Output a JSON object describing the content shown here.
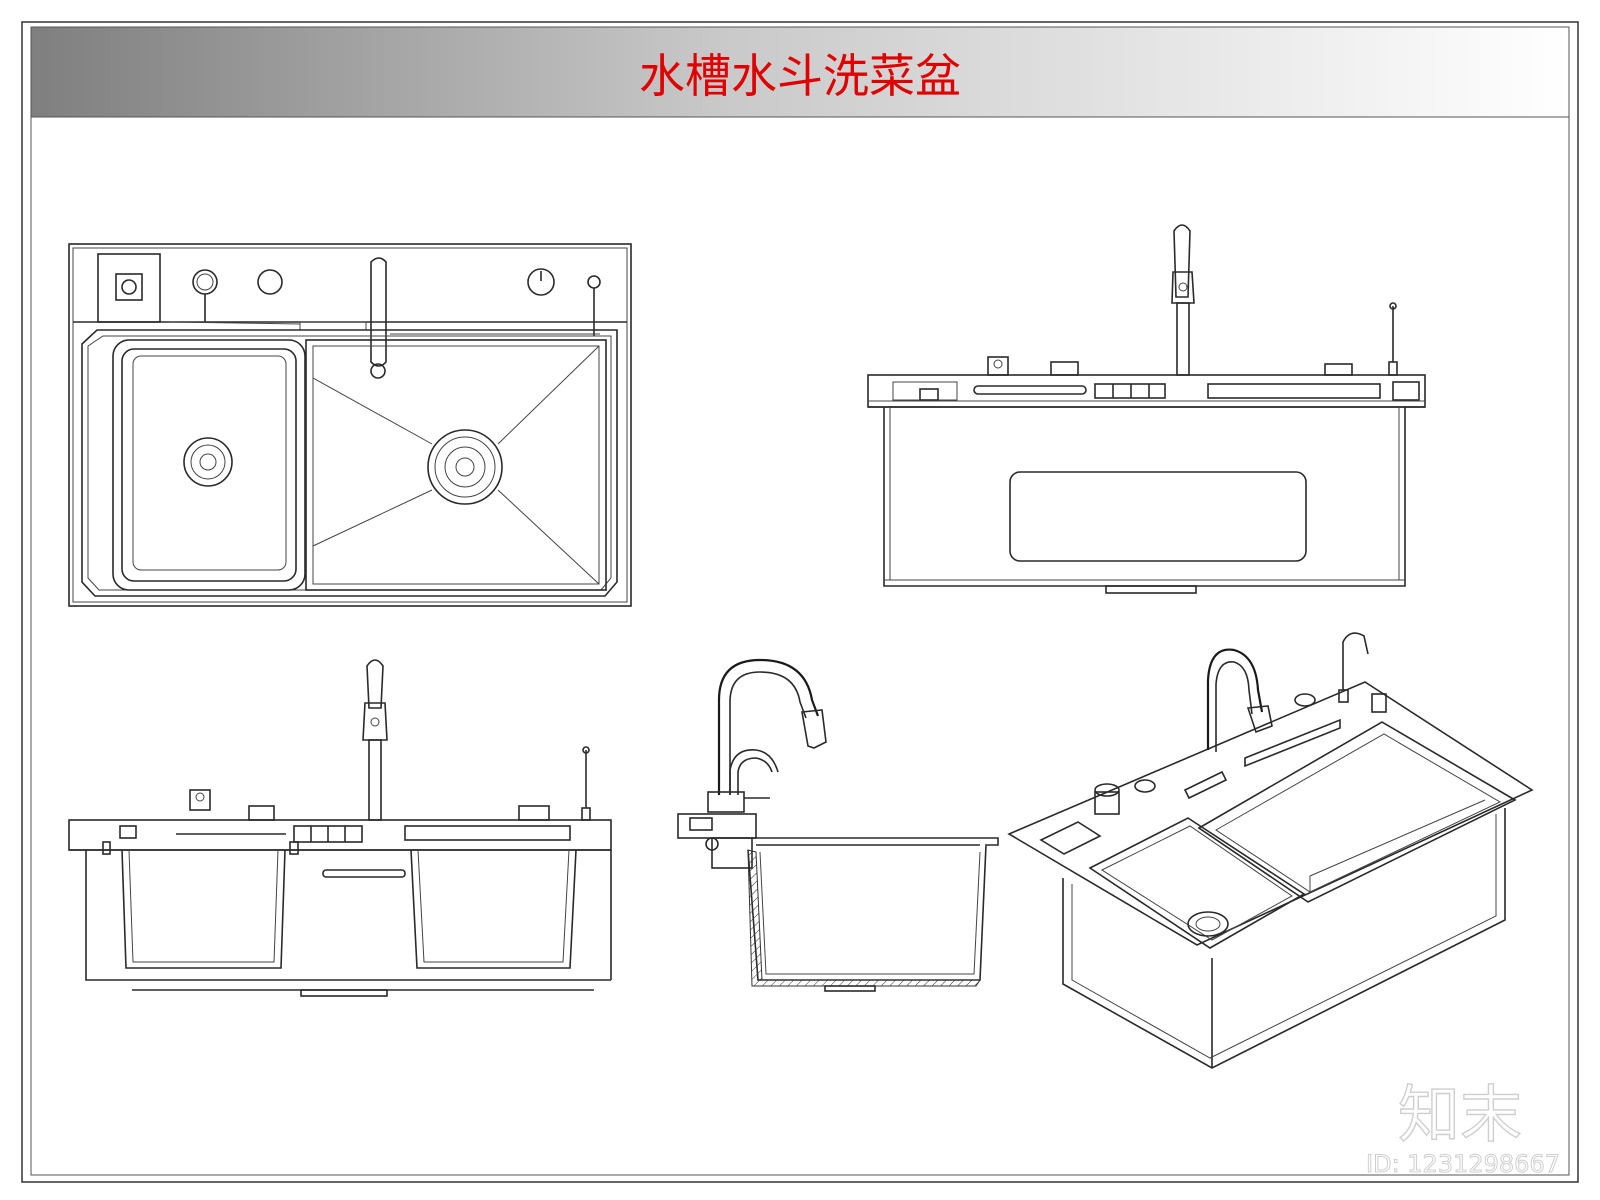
{
  "title": "水槽水斗洗菜盆",
  "title_color": "#e00000",
  "watermark": "知末",
  "id_label": "ID: 1231298667",
  "views": [
    {
      "name": "top-plan-view"
    },
    {
      "name": "front-elevation-view"
    },
    {
      "name": "section-view"
    },
    {
      "name": "side-view"
    },
    {
      "name": "isometric-view"
    }
  ]
}
